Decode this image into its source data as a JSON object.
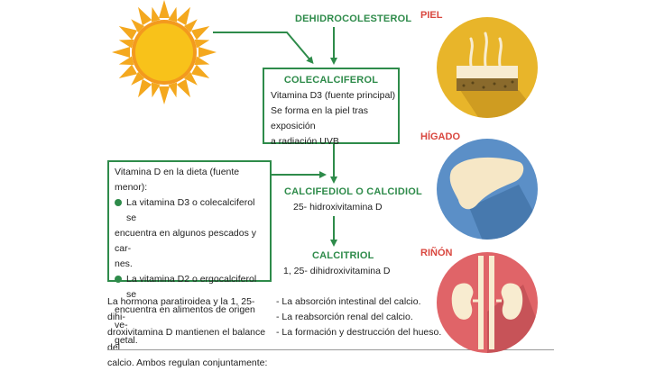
{
  "flow": {
    "step1": "DEHIDROCOLESTEROL",
    "step2_title": "COLECALCIFEROL",
    "step2_line1": "Vitamina D3 (fuente principal)",
    "step2_line2": "Se forma en la piel tras exposición",
    "step2_line3": "a radiación UVB",
    "step3_title": "CALCIFEDIOL O CALCIDIOL",
    "step3_sub": "25- hidroxivitamina D",
    "step4_title": "CALCITRIOL",
    "step4_sub": "1, 25- dihidroxivitamina D"
  },
  "diet_box": {
    "heading": "Vitamina D en la dieta (fuente menor):",
    "bullet1_line1": "La vitamina D3  o colecalciferol se",
    "bullet1_line2": "encuentra en algunos pescados y car-",
    "bullet1_line3": "nes.",
    "bullet2_line1": "La vitamina D2 o ergocalciferol se",
    "bullet2_line2": "encuentra en alimentos de origen ve-",
    "bullet2_line3": "getal."
  },
  "organs": {
    "skin_label": "PIEL",
    "liver_label": "HÍGADO",
    "kidney_label": "RIÑÓN",
    "skin_color": "#e8b52a",
    "liver_color": "#5b8fc7",
    "kidney_color": "#e06468"
  },
  "footer": {
    "left_line1": "La hormona paratiroidea y la 1, 25-dihi-",
    "left_line2": "droxivitamina D mantienen el balance del",
    "left_line3": "calcio. Ambos regulan conjuntamente:",
    "item1": "- La absorción intestinal del calcio.",
    "item2": "- La reabsorción renal del calcio.",
    "item3": "- La formación y destrucción del hueso."
  },
  "colors": {
    "accent_green": "#2e8b4a",
    "sun_yellow": "#f6c21c",
    "sun_orange": "#f29a1e"
  }
}
